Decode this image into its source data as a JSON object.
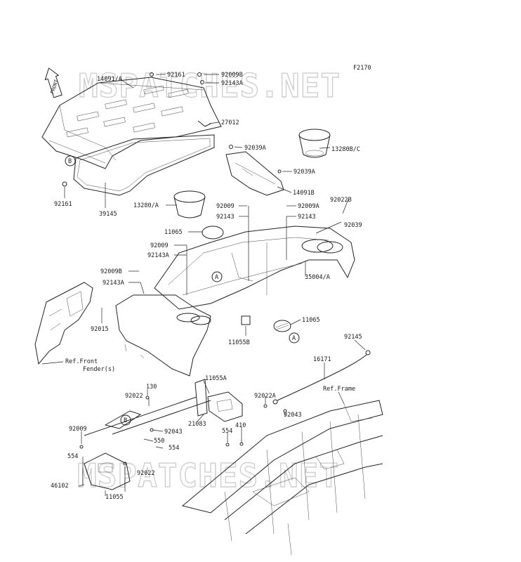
{
  "figure_code": "F2170",
  "front_arrow_label": "FRONT",
  "watermark_top": "MSPATCHES.NET",
  "watermark_bottom": "MSPATCHES.NET",
  "callout_marker_a": "A",
  "callout_marker_b": "B",
  "labels": {
    "p14091a": "14091/A",
    "p92161_top": "92161",
    "p92009b_top": "92009B",
    "p92143a_top": "92143A",
    "p27012": "27012",
    "p92161_left": "92161",
    "p39145": "39145",
    "p92039a_1": "92039A",
    "p13280bc": "13280B/C",
    "p92039a_2": "92039A",
    "p14091b": "14091B",
    "p13280a": "13280/A",
    "p92009_mid": "92009",
    "p92143_mid": "92143",
    "p92009a": "92009A",
    "p92143_right": "92143",
    "p92022b": "92022B",
    "p92039": "92039",
    "p11065_top": "11065",
    "p92009_left": "92009",
    "p92143a_mid": "92143A",
    "p92009b_left": "92009B",
    "p92143a_left": "92143A",
    "p35004a": "35004/A",
    "p92015": "92015",
    "p11065_right": "11065",
    "p11055b": "11055B",
    "p92145": "92145",
    "ref_front_1": "Ref.Front",
    "ref_front_2": "Fender(s)",
    "p16171": "16171",
    "p130": "130",
    "p11055a": "11055A",
    "p92022_left": "92022",
    "p92022a": "92022A",
    "ref_frame": "Ref.Frame",
    "p21083": "21083",
    "p92043_right": "92043",
    "p92009_bottom": "92009",
    "p92043_left": "92043",
    "p550": "550",
    "p554_mid": "554",
    "p554_right": "554",
    "p410": "410",
    "p554_left": "554",
    "p92022_bottom": "92022",
    "p46102": "46102",
    "p11055": "11055"
  }
}
